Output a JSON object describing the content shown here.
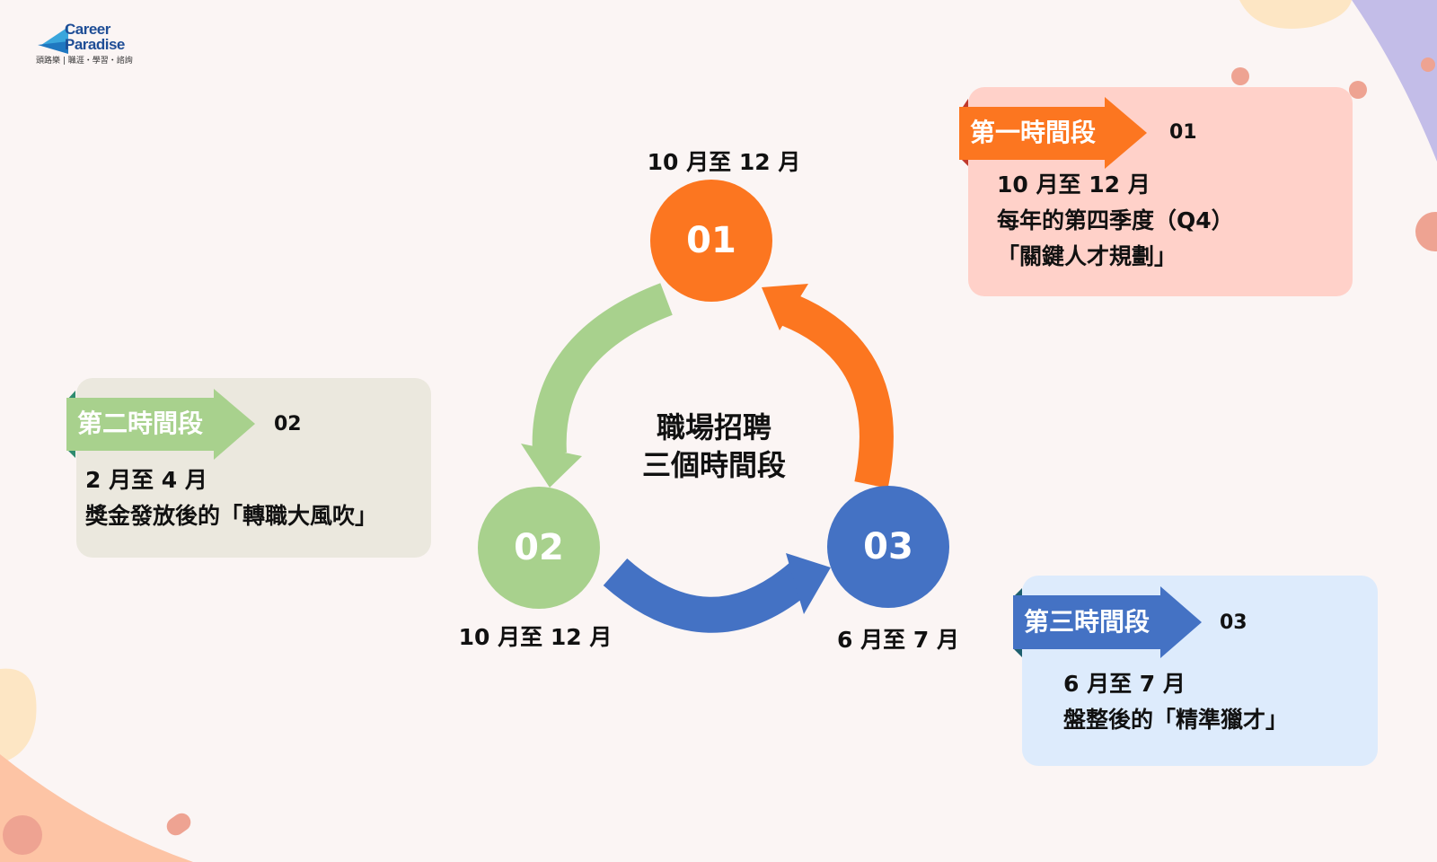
{
  "logo": {
    "brand_line1": "Career",
    "brand_line2": "Paradise",
    "tagline": "頭路樂 | 職涯・學習・諮詢"
  },
  "colors": {
    "orange": "#fc7620",
    "green": "#a8d18d",
    "blue": "#4472c4",
    "box1": "#ffd1c9",
    "box2": "#ebe8de",
    "box3": "#ddebfc"
  },
  "center_title": [
    "職場招聘",
    "三個時間段"
  ],
  "cycle": [
    {
      "num": "01",
      "label": "10 月至 12 月"
    },
    {
      "num": "02",
      "label": "10 月至 12 月"
    },
    {
      "num": "03",
      "label": "6 月至 7 月"
    }
  ],
  "periods": [
    {
      "tag": "第一時間段",
      "num": "01",
      "lines": [
        "10 月至 12 月",
        "每年的第四季度（Q4）",
        "「關鍵人才規劃」"
      ]
    },
    {
      "tag": "第二時間段",
      "num": "02",
      "lines": [
        "2 月至 4 月",
        "獎金發放後的「轉職大風吹」"
      ]
    },
    {
      "tag": "第三時間段",
      "num": "03",
      "lines": [
        "6 月至 7 月",
        "盤整後的「精準獵才」"
      ]
    }
  ]
}
